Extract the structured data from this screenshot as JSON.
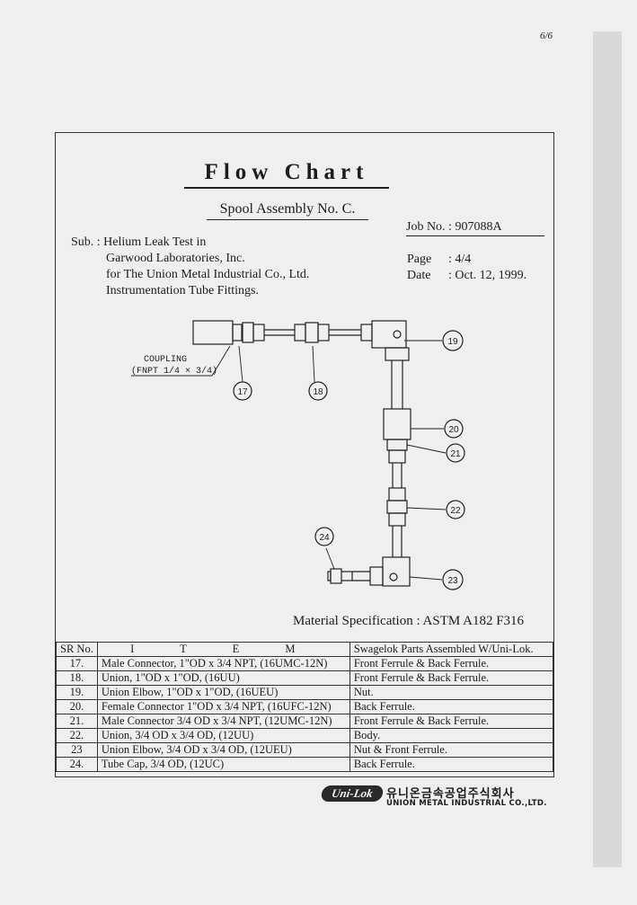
{
  "corner_note": "6/6",
  "title": "Flow Chart",
  "subtitle": "Spool Assembly No. C.",
  "job_no": "Job No. : 907088A",
  "sub": {
    "label": "Sub. : Helium Leak Test in",
    "lines": [
      "Garwood Laboratories, Inc.",
      "for The Union Metal Industrial Co., Ltd.",
      "Instrumentation Tube Fittings."
    ]
  },
  "page": {
    "label": "Page",
    "value": ": 4/4"
  },
  "date": {
    "label": "Date",
    "value": ": Oct. 12, 1999."
  },
  "diagram": {
    "coupling_label_1": "COUPLING",
    "coupling_label_2": "(FNPT 1/4 × 3/4)",
    "callouts": [
      "17",
      "18",
      "19",
      "20",
      "21",
      "22",
      "23",
      "24"
    ]
  },
  "material": "Material Specification : ASTM A182 F316",
  "table": {
    "headers": [
      "SR No.",
      "I T E M",
      "Swagelok Parts Assembled W/Uni-Lok."
    ],
    "rows": [
      [
        "17.",
        "Male Connector, 1\"OD x 3/4 NPT, (16UMC-12N)",
        "Front Ferrule & Back Ferrule."
      ],
      [
        "18.",
        "Union, 1\"OD x 1\"OD, (16UU)",
        "Front Ferrule & Back Ferrule."
      ],
      [
        "19.",
        "Union Elbow, 1\"OD x 1\"OD, (16UEU)",
        "Nut."
      ],
      [
        "20.",
        "Female Connector 1\"OD x 3/4 NPT, (16UFC-12N)",
        "Back Ferrule."
      ],
      [
        "21.",
        "Male Connector 3/4 OD x 3/4 NPT, (12UMC-12N)",
        "Front Ferrule & Back Ferrule."
      ],
      [
        "22.",
        "Union, 3/4 OD x 3/4 OD, (12UU)",
        "Body."
      ],
      [
        "23",
        "Union Elbow, 3/4 OD x 3/4 OD, (12UEU)",
        "Nut & Front Ferrule."
      ],
      [
        "24.",
        "Tube Cap, 3/4 OD, (12UC)",
        "Back Ferrule."
      ]
    ]
  },
  "company": {
    "logo_text": "Uni-Lok",
    "korean_name": "유니온금속공업주식회사",
    "english_name": "UNION METAL INDUSTRIAL CO.,LTD."
  }
}
